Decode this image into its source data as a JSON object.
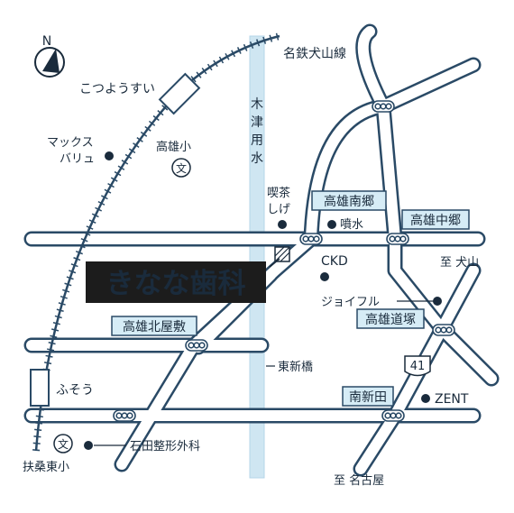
{
  "map": {
    "clinic_name": "きなな歯科",
    "compass_letter": "N",
    "stations": {
      "kotsuyousui": "こつようすい",
      "fusou": "ふそう"
    },
    "railway": "名鉄犬山線",
    "canal": [
      "木",
      "津",
      "用",
      "水"
    ],
    "intersections": {
      "takao_minamigo": "高雄南郷",
      "takao_nakago": "高雄中郷",
      "takao_kitayashiki": "高雄北屋敷",
      "takao_dozuka": "高雄道塚",
      "minami_shinden": "南新田"
    },
    "landmarks": {
      "max_valu": [
        "マックス",
        "バリュ"
      ],
      "takao_elem": "高雄小",
      "kissa_shige": [
        "喫茶",
        "しげ"
      ],
      "funsui": "噴水",
      "ckd_joyful": [
        "CKD",
        "ジョイフル"
      ],
      "higashi_shinbashi": "東新橋",
      "zent": "ZENT",
      "ishida_clinic": "石田整形外科",
      "fuso_higashi_elem": "扶桑東小"
    },
    "destinations": {
      "inuyama": "至 犬山",
      "nagoya": "至 名古屋"
    },
    "route_number": "41",
    "school_symbol": "文",
    "colors": {
      "background": "#ffffff",
      "line": "#2a4a66",
      "road_fill": "#ffffff",
      "canal": "#cfe6f2",
      "label_bg": "#d6ecf6",
      "clinic_bg": "#1c1c1c",
      "clinic_text": "#ffffff"
    }
  }
}
